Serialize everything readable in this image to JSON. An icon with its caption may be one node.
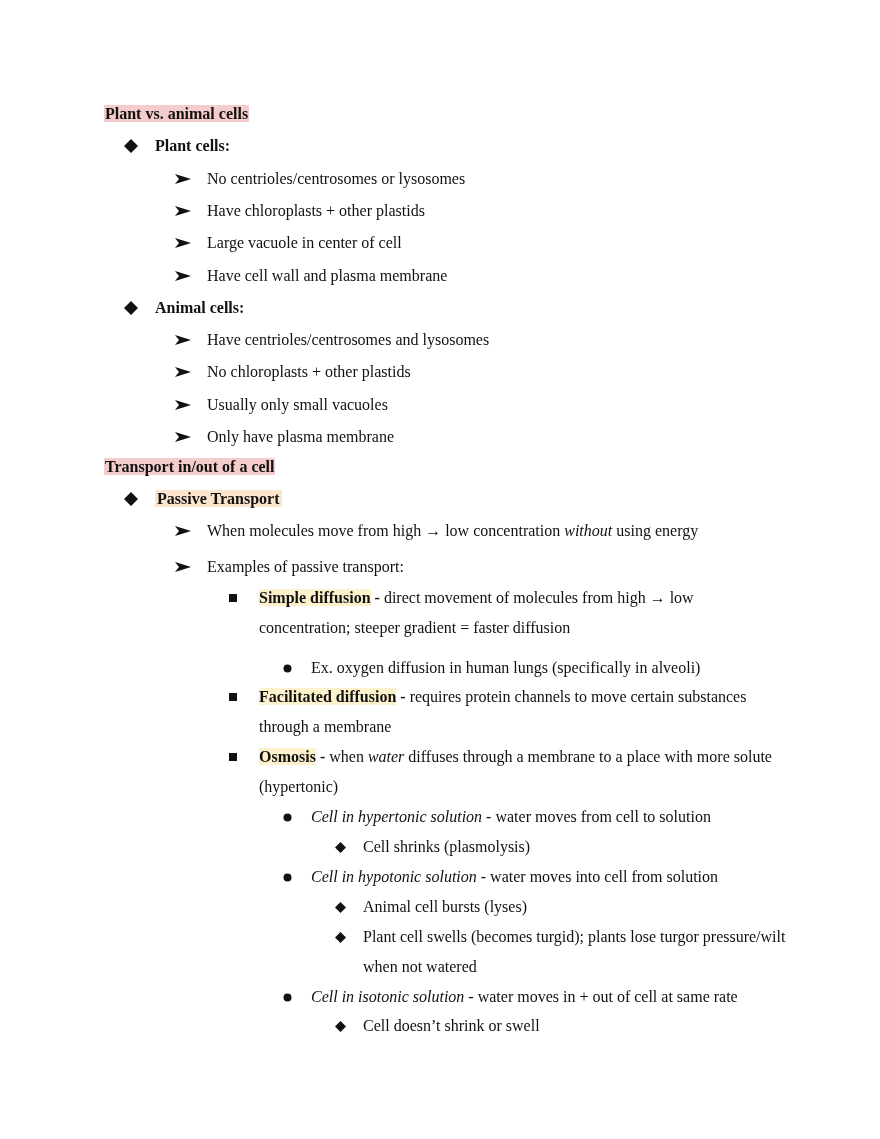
{
  "diagram": {
    "labels": [
      "Plant vs. animal cells",
      "Plant cells:",
      "No centrioles/centrosomes or lysosomes",
      "Have chloroplasts + other plastids",
      "Large vacuole in center of cell",
      "Have cell wall and plasma membrane",
      "Animal cells:",
      "Have centrioles/centrosomes and lysosomes",
      "No chloroplasts + other plastids",
      "Usually only small vacuoles",
      "Only have plasma membrane",
      "Transport in/out of a cell",
      "Passive Transport",
      "When molecules move from high → low concentration *without* using energy",
      "Examples of passive transport:",
      "**Simple diffusion** **-** direct movement of molecules from high → low concentration; steeper gradient = faster diffusion",
      "Ex. oxygen diffusion in human lungs (specifically in alveoli)",
      "**Facilitated diffusion** **-** requires protein channels to move certain substances through a membrane",
      "**Osmosis** **-** when *water* diffuses through a membrane to a place with more solute (hypertonic)",
      "*Cell in hypertonic solution* - water moves from cell to solution",
      "Cell shrinks (plasmolysis)",
      "*Cell in hypotonic solution* - water moves into cell from solution",
      "Animal cell bursts (lyses)",
      "Plant cell swells (becomes turgid); plants lose turgor pressure/wilt when not watered",
      "*Cell in isotonic solution* - water moves in + out of cell at same rate",
      "Cell doesn’t shrink or swell"
    ]
  }
}
